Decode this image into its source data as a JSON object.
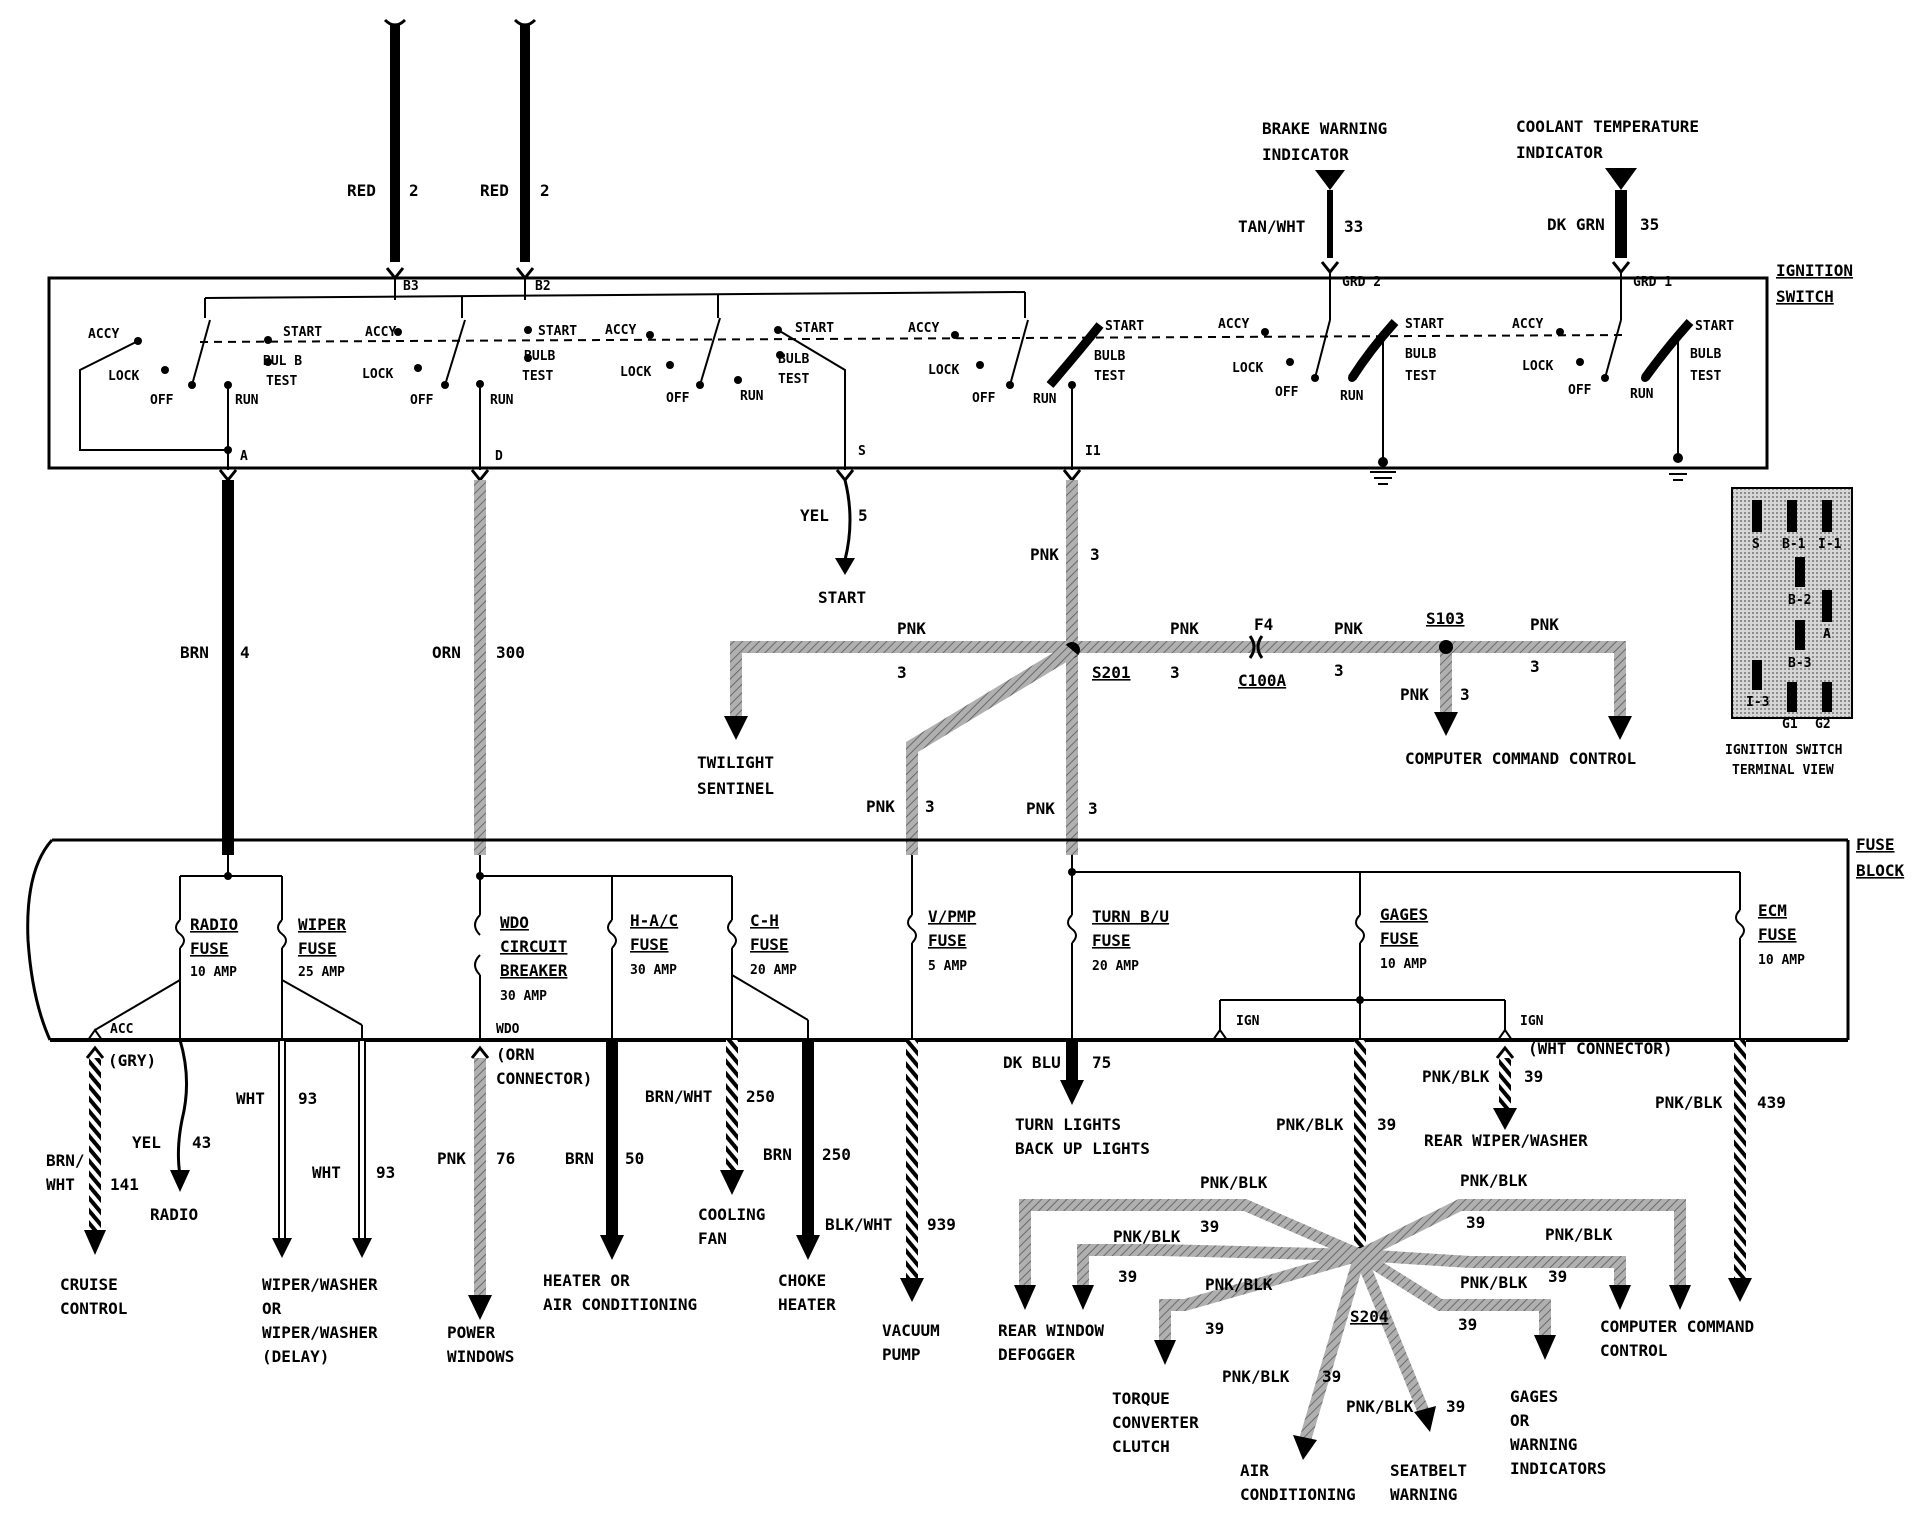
{
  "ignition": {
    "label1": "IGNITION",
    "label2": "SWITCH",
    "pos": {
      "accy": "ACCY",
      "lock": "LOCK",
      "off": "OFF",
      "run": "RUN",
      "start": "START",
      "bulb": "BULB",
      "bulb_alt": "BUL B",
      "test": "TEST"
    },
    "terminals": {
      "b3": "B3",
      "b2": "B2",
      "a": "A",
      "d": "D",
      "s": "S",
      "i1": "I1",
      "grd2": "GRD 2",
      "grd1": "GRD 1"
    }
  },
  "top": {
    "red1": "RED",
    "red1_num": "2",
    "red2": "RED",
    "red2_num": "2",
    "brake_1": "BRAKE WARNING",
    "brake_2": "INDICATOR",
    "tan": "TAN/WHT",
    "tan_num": "33",
    "cool_1": "COOLANT TEMPERATURE",
    "cool_2": "INDICATOR",
    "dkgrn": "DK GRN",
    "dkgrn_num": "35"
  },
  "mid": {
    "brn": "BRN",
    "brn_num": "4",
    "orn": "ORN",
    "orn_num": "300",
    "yel": "YEL",
    "yel_num": "5",
    "start": "START",
    "pnk_i1": "PNK",
    "pnk_i1_num": "3",
    "pnk_left": "PNK",
    "pnk_left_num": "3",
    "s201": "S201",
    "s201_num": "3",
    "pnk_mid": "PNK",
    "f4": "F4",
    "c100a": "C100A",
    "pnk_right": "PNK",
    "pnk_right_num": "3",
    "s103": "S103",
    "pnk_far": "PNK",
    "pnk_far_num": "3",
    "pnk_down": "PNK",
    "pnk_down_num": "3",
    "twilight_1": "TWILIGHT",
    "twilight_2": "SENTINEL",
    "ccc": "COMPUTER COMMAND CONTROL",
    "pnk_vpmp": "PNK",
    "pnk_vpmp_num": "3",
    "pnk_turn": "PNK",
    "pnk_turn_num": "3"
  },
  "terminal_view": {
    "s": "S",
    "b1": "B-1",
    "i1": "I-1",
    "b2": "B-2",
    "a": "A",
    "b3": "B-3",
    "i3": "I-3",
    "g1": "G1",
    "g2": "G2",
    "caption_1": "IGNITION SWITCH",
    "caption_2": "TERMINAL VIEW"
  },
  "fuse_block": {
    "label1": "FUSE",
    "label2": "BLOCK",
    "radio": [
      "RADIO",
      "FUSE",
      "10 AMP"
    ],
    "wiper": [
      "WIPER",
      "FUSE",
      "25 AMP"
    ],
    "wdo": [
      "WDO",
      "CIRCUIT",
      "BREAKER",
      "30 AMP"
    ],
    "hac": [
      "H-A/C",
      "FUSE",
      "30 AMP"
    ],
    "ch": [
      "C-H",
      "FUSE",
      "20 AMP"
    ],
    "vpmp": [
      "V/PMP",
      "FUSE",
      "5 AMP"
    ],
    "turn": [
      "TURN B/U",
      "FUSE",
      "20 AMP"
    ],
    "gages": [
      "GAGES",
      "FUSE",
      "10 AMP"
    ],
    "ecm": [
      "ECM",
      "FUSE",
      "10 AMP"
    ],
    "acc": "ACC",
    "wdo_term": "WDO",
    "ign1": "IGN",
    "ign2": "IGN"
  },
  "bottom": {
    "gry": "(GRY)",
    "brnwht_1": "BRN/",
    "brnwht_2": "WHT",
    "brnwht_num": "141",
    "cruise_1": "CRUISE",
    "cruise_2": "CONTROL",
    "yel": "YEL",
    "yel_num": "43",
    "radio": "RADIO",
    "wht1": "WHT",
    "wht1_num": "93",
    "wht2": "WHT",
    "wht2_num": "93",
    "wiper_1": "WIPER/WASHER",
    "wiper_2": "OR",
    "wiper_3": "WIPER/WASHER",
    "wiper_4": "(DELAY)",
    "orn_conn_1": "(ORN",
    "orn_conn_2": "CONNECTOR)",
    "pnk": "PNK",
    "pnk_num": "76",
    "power_1": "POWER",
    "power_2": "WINDOWS",
    "brn": "BRN",
    "brn_num": "50",
    "heater_1": "HEATER OR",
    "heater_2": "AIR CONDITIONING",
    "brnwht": "BRN/WHT",
    "brnwht250": "250",
    "cooling_1": "COOLING",
    "cooling_2": "FAN",
    "brn250": "BRN",
    "brn250_num": "250",
    "blkwht": "BLK/WHT",
    "blkwht_num": "939",
    "choke_1": "CHOKE",
    "choke_2": "HEATER",
    "vacuum_1": "VACUUM",
    "vacuum_2": "PUMP",
    "dkblu": "DK BLU",
    "dkblu_num": "75",
    "turn_1": "TURN LIGHTS",
    "turn_2": "BACK UP LIGHTS",
    "wht_conn": "(WHT CONNECTOR)",
    "pnkblk_rear": "PNK/BLK",
    "pnkblk_rear_num": "39",
    "rear_wiper": "REAR WIPER/WASHER",
    "pnkblk_main": "PNK/BLK",
    "pnkblk_main_num": "39",
    "pnkblk_ecm": "PNK/BLK",
    "pnkblk_ecm_num": "439",
    "s204": "S204",
    "pnkblk": "PNK/BLK",
    "num39": "39",
    "rear_def_1": "REAR WINDOW",
    "rear_def_2": "DEFOGGER",
    "torque_1": "TORQUE",
    "torque_2": "CONVERTER",
    "torque_3": "CLUTCH",
    "air_1": "AIR",
    "air_2": "CONDITIONING",
    "seat_1": "SEATBELT",
    "seat_2": "WARNING",
    "gages_1": "GAGES",
    "gages_2": "OR",
    "gages_3": "WARNING",
    "gages_4": "INDICATORS",
    "ccc_1": "COMPUTER COMMAND",
    "ccc_2": "CONTROL"
  }
}
